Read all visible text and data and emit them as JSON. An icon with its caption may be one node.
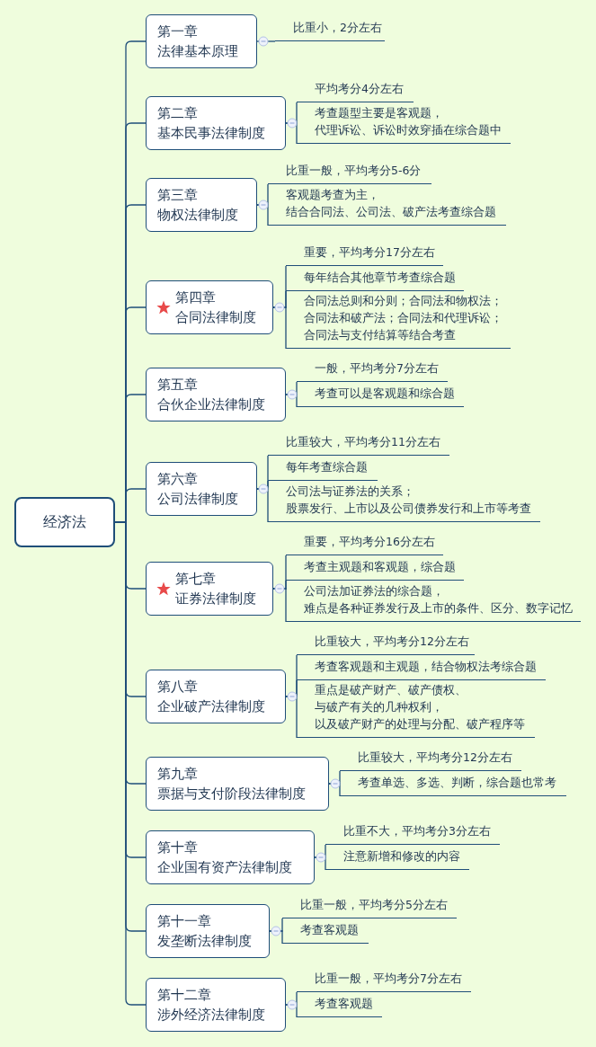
{
  "diagram": {
    "nodes": [
      {
        "text": [
          "经济法"
        ]
      },
      {
        "text": [
          "第一章",
          "法律基本原理"
        ]
      },
      {
        "text": [
          "比重小，2分左右"
        ]
      },
      {
        "text": [
          "第二章",
          "基本民事法律制度"
        ]
      },
      {
        "text": [
          "平均考分4分左右"
        ]
      },
      {
        "text": [
          "考查题型主要是客观题，代理诉讼、诉讼时效穿插在综合题中"
        ]
      },
      {
        "text": [
          "第三章",
          "物权法律制度"
        ]
      },
      {
        "text": [
          "比重一般，平均考分5-6分"
        ]
      },
      {
        "text": [
          "客观题考查为主，结合合同法、公司法、破产法考查综合题"
        ]
      },
      {
        "text": [
          "第四章",
          "合同法律制度"
        ]
      },
      {
        "text": [
          "重要，平均考分17分左右"
        ]
      },
      {
        "text": [
          "每年结合其他章节考查综合题"
        ]
      },
      {
        "text": [
          "合同法总则和分则；合同法和物权法；合同法和破产法；合同法和代理诉讼；合同法与支付结算等结合考查"
        ]
      },
      {
        "text": [
          "第五章",
          "合伙企业法律制度"
        ]
      },
      {
        "text": [
          "一般，平均考分7分左右"
        ]
      },
      {
        "text": [
          "考查可以是客观题和综合题"
        ]
      },
      {
        "text": [
          "第六章",
          "公司法律制度"
        ]
      },
      {
        "text": [
          "比重较大，平均考分11分左右"
        ]
      },
      {
        "text": [
          "每年考查综合题"
        ]
      },
      {
        "text": [
          "公司法与证券法的关系；股票发行、上市以及公司债券发行和上市等考查"
        ]
      },
      {
        "text": [
          "第七章",
          "证券法律制度"
        ]
      },
      {
        "text": [
          "重要，平均考分16分左右"
        ]
      },
      {
        "text": [
          "考查主观题和客观题，综合题"
        ]
      },
      {
        "text": [
          "公司法加证券法的综合题，难点是各种证券发行及上市的条件、区分、数字记忆"
        ]
      },
      {
        "text": [
          "第八章",
          "企业破产法律制度"
        ]
      },
      {
        "text": [
          "比重较大，平均考分12分左右"
        ]
      },
      {
        "text": [
          "考查客观题和主观题，结合物权法考综合题"
        ]
      },
      {
        "text": [
          "重点是破产财产、破产债权、与破产有关的几种权利，以及破产财产的处理与分配、破产程序等"
        ]
      },
      {
        "text": [
          "第九章",
          "票据与支付阶段法律制度"
        ]
      },
      {
        "text": [
          "比重较大，平均考分12分左右"
        ]
      },
      {
        "text": [
          "考查单选、多选、判断，综合题也常考"
        ]
      },
      {
        "text": [
          "第十章",
          "企业国有资产法律制度"
        ]
      },
      {
        "text": [
          "比重不大，平均考分3分左右"
        ]
      },
      {
        "text": [
          "注意新增和修改的内容"
        ]
      },
      {
        "text": [
          "第十一章",
          "发垄断法律制度"
        ]
      },
      {
        "text": [
          "比重一般，平均考分5分左右"
        ]
      },
      {
        "text": [
          "考查客观题"
        ]
      },
      {
        "text": [
          "第十二章",
          "涉外经济法律制度"
        ]
      },
      {
        "text": [
          "比重一般，平均考分7分左右"
        ]
      },
      {
        "text": [
          "考查客观题"
        ]
      }
    ],
    "edges": [
      {
        "from": 0,
        "to": 1,
        "arrow": "none"
      },
      {
        "from": 1,
        "to": 2,
        "arrow": "none"
      },
      {
        "from": 0,
        "to": 3,
        "arrow": "none"
      },
      {
        "from": 3,
        "to": 4,
        "arrow": "none"
      },
      {
        "from": 3,
        "to": 5,
        "arrow": "none"
      },
      {
        "from": 0,
        "to": 6,
        "arrow": "none"
      },
      {
        "from": 6,
        "to": 7,
        "arrow": "none"
      },
      {
        "from": 6,
        "to": 8,
        "arrow": "none"
      },
      {
        "from": 0,
        "to": 9,
        "arrow": "none"
      },
      {
        "from": 9,
        "to": 10,
        "arrow": "none"
      },
      {
        "from": 9,
        "to": 11,
        "arrow": "none"
      },
      {
        "from": 9,
        "to": 12,
        "arrow": "none"
      },
      {
        "from": 0,
        "to": 13,
        "arrow": "none"
      },
      {
        "from": 13,
        "to": 14,
        "arrow": "none"
      },
      {
        "from": 13,
        "to": 15,
        "arrow": "none"
      },
      {
        "from": 0,
        "to": 16,
        "arrow": "none"
      },
      {
        "from": 16,
        "to": 17,
        "arrow": "none"
      },
      {
        "from": 16,
        "to": 18,
        "arrow": "none"
      },
      {
        "from": 16,
        "to": 19,
        "arrow": "none"
      },
      {
        "from": 0,
        "to": 20,
        "arrow": "none"
      },
      {
        "from": 20,
        "to": 21,
        "arrow": "none"
      },
      {
        "from": 20,
        "to": 22,
        "arrow": "none"
      },
      {
        "from": 20,
        "to": 23,
        "arrow": "none"
      },
      {
        "from": 0,
        "to": 24,
        "arrow": "none"
      },
      {
        "from": 24,
        "to": 25,
        "arrow": "none"
      },
      {
        "from": 24,
        "to": 26,
        "arrow": "none"
      },
      {
        "from": 24,
        "to": 27,
        "arrow": "none"
      },
      {
        "from": 0,
        "to": 28,
        "arrow": "none"
      },
      {
        "from": 28,
        "to": 29,
        "arrow": "none"
      },
      {
        "from": 28,
        "to": 30,
        "arrow": "none"
      },
      {
        "from": 0,
        "to": 31,
        "arrow": "none"
      },
      {
        "from": 31,
        "to": 32,
        "arrow": "none"
      },
      {
        "from": 31,
        "to": 33,
        "arrow": "none"
      },
      {
        "from": 0,
        "to": 34,
        "arrow": "none"
      },
      {
        "from": 34,
        "to": 35,
        "arrow": "none"
      },
      {
        "from": 34,
        "to": 36,
        "arrow": "none"
      },
      {
        "from": 0,
        "to": 37,
        "arrow": "none"
      },
      {
        "from": 37,
        "to": 38,
        "arrow": "none"
      },
      {
        "from": 37,
        "to": 39,
        "arrow": "none"
      }
    ]
  }
}
